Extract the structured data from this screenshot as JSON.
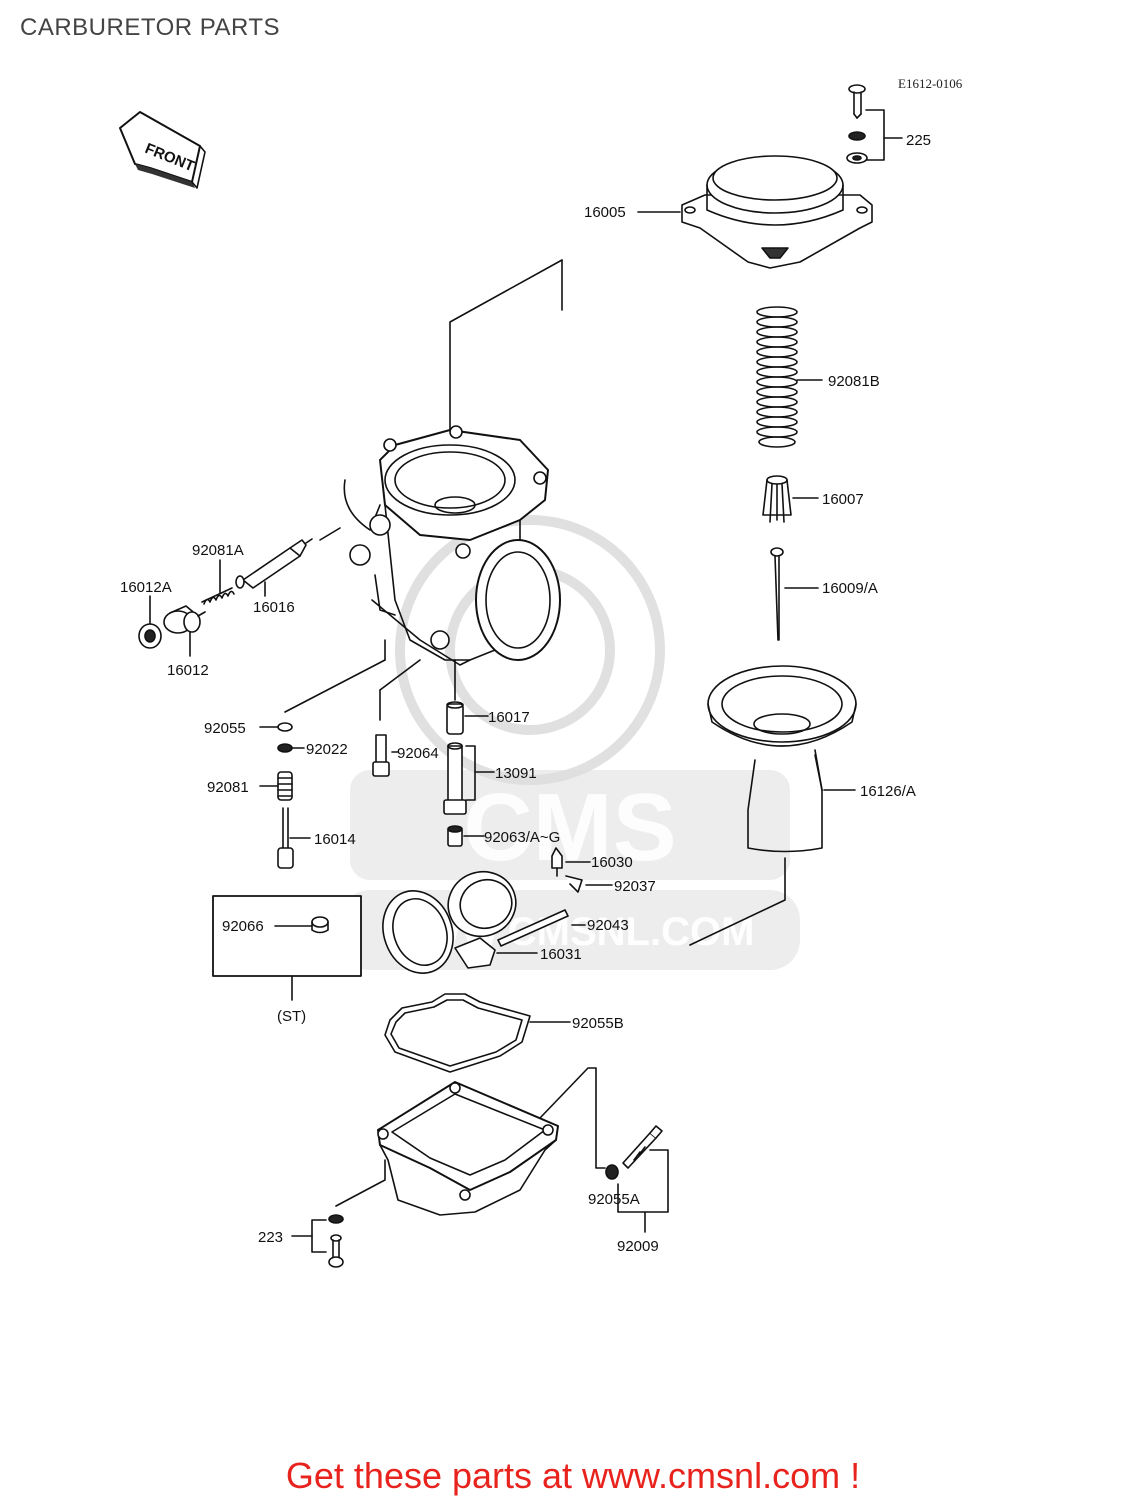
{
  "title": "CARBURETOR PARTS",
  "diagram_code": "E1612-0106",
  "front_label": "FRONT",
  "watermark_text": "CMS",
  "watermark_url": "WWW.CMSNL.COM",
  "labels": {
    "p225": "225",
    "p16005": "16005",
    "p92081B": "92081B",
    "p16007": "16007",
    "p16009": "16009/A",
    "p16126": "16126/A",
    "p92081A": "92081A",
    "p16012A": "16012A",
    "p16016": "16016",
    "p16012": "16012",
    "p16017": "16017",
    "p92055": "92055",
    "p92022": "92022",
    "p92064": "92064",
    "p13091": "13091",
    "p92081": "92081",
    "p16014": "16014",
    "p92063": "92063/A~G",
    "p16030": "16030",
    "p92037": "92037",
    "p92066": "92066",
    "p92043": "92043",
    "p16031": "16031",
    "pST": "(ST)",
    "p92055B": "92055B",
    "p92055A": "92055A",
    "p92009": "92009",
    "p223": "223"
  },
  "colors": {
    "line": "#111111",
    "footer": "#e8231e",
    "watermark": "#cccccc"
  },
  "footer": "Get these parts at www.cmsnl.com !"
}
